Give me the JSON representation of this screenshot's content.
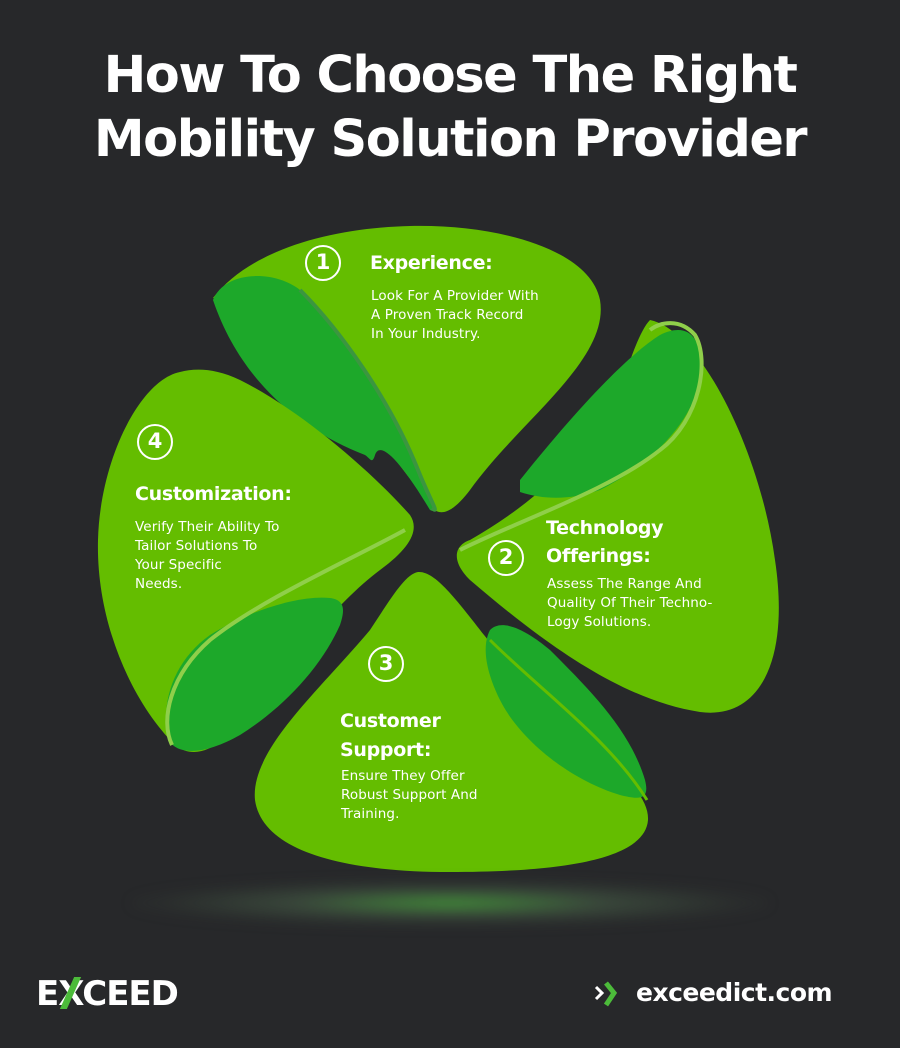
{
  "title": {
    "line1": "How To Choose The Right",
    "line2": "Mobility Solution Provider"
  },
  "colors": {
    "background": "#27282a",
    "petal": "#64bd00",
    "fold": "#1da82a",
    "fold_edge": "#8fcf4a",
    "accent": "#4cbb3a",
    "text": "#ffffff"
  },
  "steps": [
    {
      "number": "1",
      "heading": "Experience:",
      "description": [
        "Look For A Provider With",
        "A Proven Track Record",
        "In Your Industry."
      ]
    },
    {
      "number": "2",
      "heading": [
        "Technology",
        "Offerings:"
      ],
      "description": [
        "Assess The Range And",
        "Quality Of Their Techno-",
        "Logy Solutions."
      ]
    },
    {
      "number": "3",
      "heading": [
        "Customer",
        "Support:"
      ],
      "description": [
        "Ensure They Offer",
        "Robust Support And",
        "Training."
      ]
    },
    {
      "number": "4",
      "heading": "Customization:",
      "description": [
        "Verify Their Ability To",
        "Tailor Solutions To",
        "Your Specific",
        "Needs."
      ]
    }
  ],
  "footer": {
    "logo_prefix": "E",
    "logo_x": "X",
    "logo_suffix": "CEED",
    "site_icon": "double-chevron-right-icon",
    "website": "exceedict.com"
  }
}
